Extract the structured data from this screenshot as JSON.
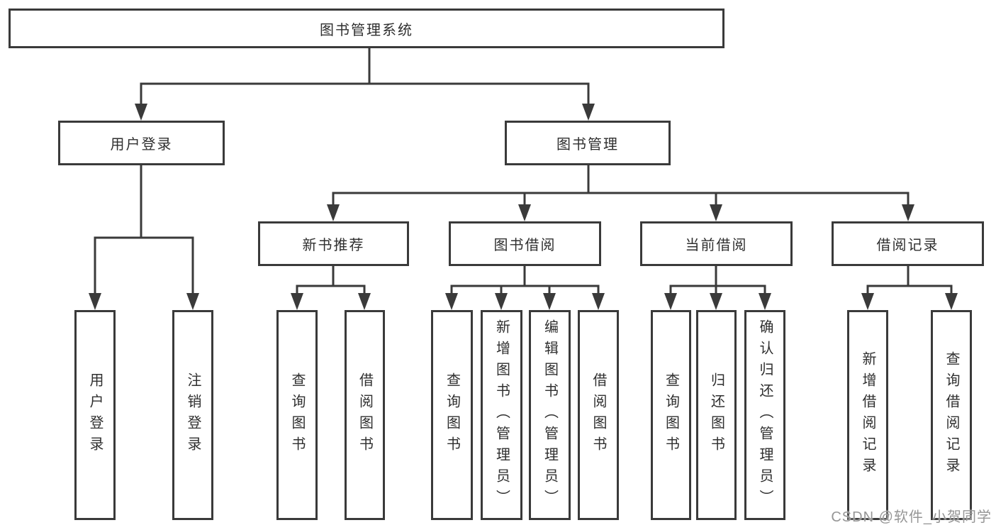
{
  "diagram_title": "图书管理系统",
  "nodes": {
    "root": "图书管理系统",
    "level2": [
      "用户登录",
      "图书管理"
    ],
    "level3": [
      "新书推荐",
      "图书借阅",
      "当前借阅",
      "借阅记录"
    ],
    "user_children": [
      "用户登录",
      "注销登录"
    ],
    "newbook_children": [
      "查询图书",
      "借阅图书"
    ],
    "borrow_children": [
      "查询图书",
      "新增图书（管理员）",
      "编辑图书（管理员）",
      "借阅图书"
    ],
    "current_children": [
      "查询图书",
      "归还图书",
      "确认归还（管理员）"
    ],
    "record_children": [
      "新增借阅记录",
      "查询借阅记录"
    ]
  },
  "watermark": "CSDN @软件_小贺同学",
  "colors": {
    "line": "#3a3a3a",
    "text": "#2f2f2f",
    "background": "#ffffff",
    "watermark": "#969696"
  }
}
